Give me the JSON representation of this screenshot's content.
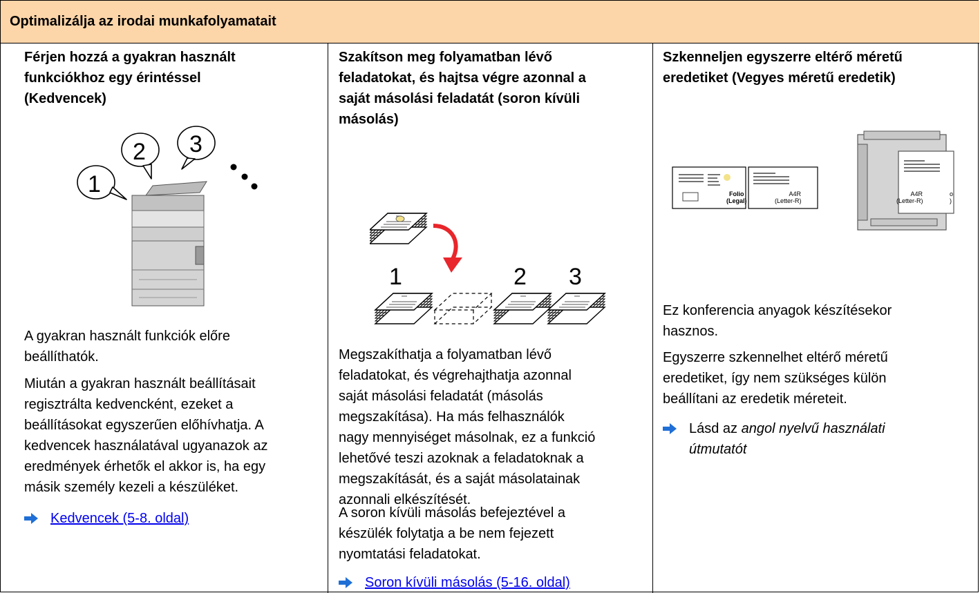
{
  "page": {
    "title": "Optimalizálja az irodai munkafolyamatait"
  },
  "columns": [
    {
      "title_lines": [
        "Férjen hozzá a gyakran használt",
        "funkciókhoz egy érintéssel",
        "(Kedvencek)"
      ],
      "illustration": {
        "numbers": [
          "1",
          "2",
          "3"
        ]
      },
      "paragraphs": [
        [
          "A gyakran használt funkciók előre",
          "beállíthatók."
        ],
        [
          "Miután a gyakran használt beállításait",
          "regisztrálta kedvencként, ezeket a",
          "beállításokat egyszerűen előhívhatja. A",
          "kedvencek használatával ugyanazok az",
          "eredmények érhetők el akkor is, ha egy",
          "másik személy kezeli a készüléket."
        ]
      ],
      "link": "Kedvencek (5-8. oldal)"
    },
    {
      "title_lines": [
        "Szakítson meg folyamatban lévő",
        "feladatokat, és hajtsa végre azonnal a",
        "saját másolási feladatát (soron kívüli",
        "másolás)"
      ],
      "illustration": {
        "numbers": [
          "1",
          "2",
          "3"
        ]
      },
      "paragraphs": [
        [
          "Megszakíthatja a folyamatban lévő",
          "feladatokat, és végrehajthatja azonnal",
          "saját másolási feladatát (másolás",
          "megszakítása). Ha más felhasználók",
          "nagy mennyiséget másolnak, ez a funkció",
          "lehetővé teszi azoknak a feladatoknak a",
          "megszakítását, és a saját másolatainak",
          "azonnali elkészítését."
        ],
        [
          "A soron kívüli másolás befejeztével a",
          "készülék folytatja a be nem fejezett",
          "nyomtatási feladatokat."
        ]
      ],
      "link": "Soron kívüli másolás (5-16. oldal)"
    },
    {
      "title_lines": [
        "Szkenneljen egyszerre eltérő méretű",
        "eredetiket (Vegyes méretű eredetik)"
      ],
      "illustration": {
        "paper1_label": [
          "Folio",
          "(Legal)"
        ],
        "paper2_label": [
          "A4R",
          "(Letter-R)"
        ],
        "feeder_label": [
          "A4R",
          "(Letter-R)"
        ],
        "feeder_partial": [
          "o",
          ")"
        ]
      },
      "paragraphs": [
        [
          "Ez konferencia anyagok készítésekor",
          "hasznos."
        ],
        [
          "Egyszerre szkennelhet eltérő méretű",
          "eredetiket, így nem szükséges külön",
          "beállítani az eredetik méreteit."
        ]
      ],
      "reference": {
        "prefix": "Lásd az ",
        "italic_lines": [
          "angol nyelvű használati",
          "útmutatót"
        ]
      }
    }
  ],
  "colors": {
    "header_bg": "#fcd5a8",
    "link": "#0000ee",
    "arrow": "#1f6fd6",
    "curved_arrow": "#e8262b",
    "egg": "#f3e28a"
  },
  "icons": [
    "arrow-right-icon",
    "copier-icon",
    "paper-stack-icon",
    "curved-arrow-icon",
    "scanner-icon",
    "document-icon"
  ]
}
